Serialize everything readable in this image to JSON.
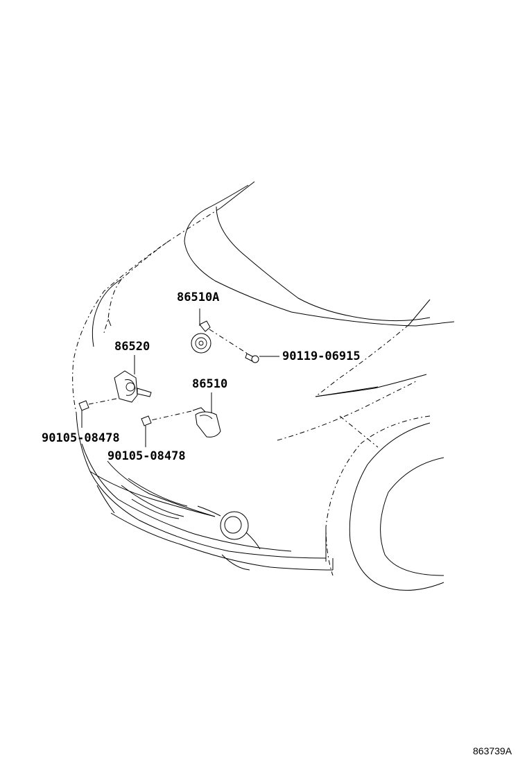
{
  "diagram": {
    "callouts": {
      "horn_high": "86510A",
      "horn_assy": "86520",
      "horn_low": "86510",
      "bolt_horn_high": "90119-06915",
      "bolt_horn_assy": "90105-08478",
      "bolt_horn_low": "90105-08478"
    },
    "figure_number": "863739A"
  }
}
